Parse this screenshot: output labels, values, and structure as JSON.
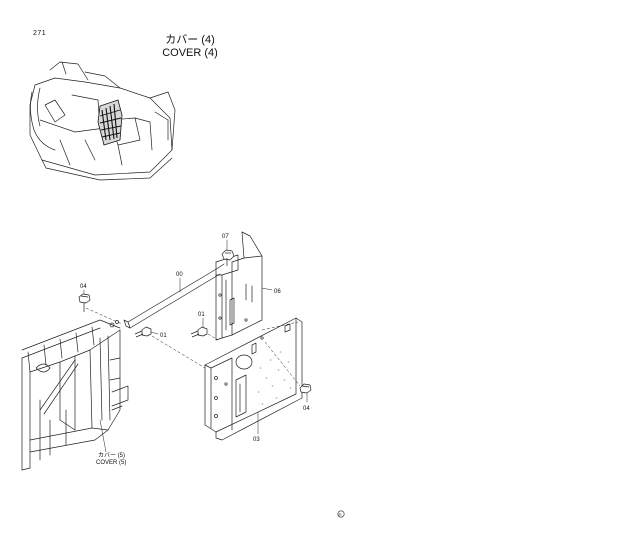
{
  "page": {
    "number": "271",
    "title_jp": "カバー (4)",
    "title_en": "COVER (4)"
  },
  "callouts": {
    "c07": "07",
    "c00": "00",
    "c06": "06",
    "c04_left": "04",
    "c01_left": "01",
    "c01_right": "01",
    "c04_right": "04",
    "c03": "03"
  },
  "reference": {
    "jp": "カバー (5)",
    "en": "COVER (5)"
  },
  "footer": {
    "mark": "®"
  }
}
